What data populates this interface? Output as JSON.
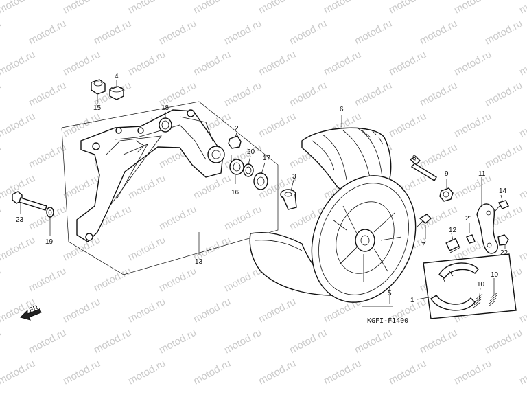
{
  "diagram": {
    "code": "KGFI-F1400",
    "direction_label": "FR.",
    "watermark": "motod.ru",
    "part_numbers": [
      "1",
      "2",
      "3",
      "4",
      "5",
      "6",
      "7",
      "8",
      "9",
      "10",
      "10",
      "11",
      "12",
      "13",
      "14",
      "15",
      "16",
      "17",
      "18",
      "19",
      "20",
      "21",
      "22",
      "23"
    ]
  }
}
